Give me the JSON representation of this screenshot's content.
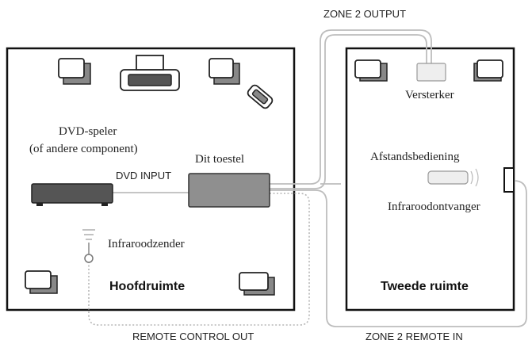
{
  "labels": {
    "zone2_output": "ZONE 2 OUTPUT",
    "dvd_player_line1": "DVD-speler",
    "dvd_player_line2": "(of andere component)",
    "this_unit": "Dit toestel",
    "dvd_input": "DVD INPUT",
    "ir_emitter": "Infraroodzender",
    "main_room": "Hoofdruimte",
    "remote_control_out": "REMOTE CONTROL OUT",
    "amplifier": "Versterker",
    "remote_control": "Afstandsbediening",
    "ir_receiver": "Infraroodontvanger",
    "second_room": "Tweede ruimte",
    "zone2_remote_in": "ZONE 2 REMOTE IN"
  },
  "colors": {
    "room_border": "#111111",
    "cable": "#bdbdbd",
    "device_dark": "#555555"
  }
}
